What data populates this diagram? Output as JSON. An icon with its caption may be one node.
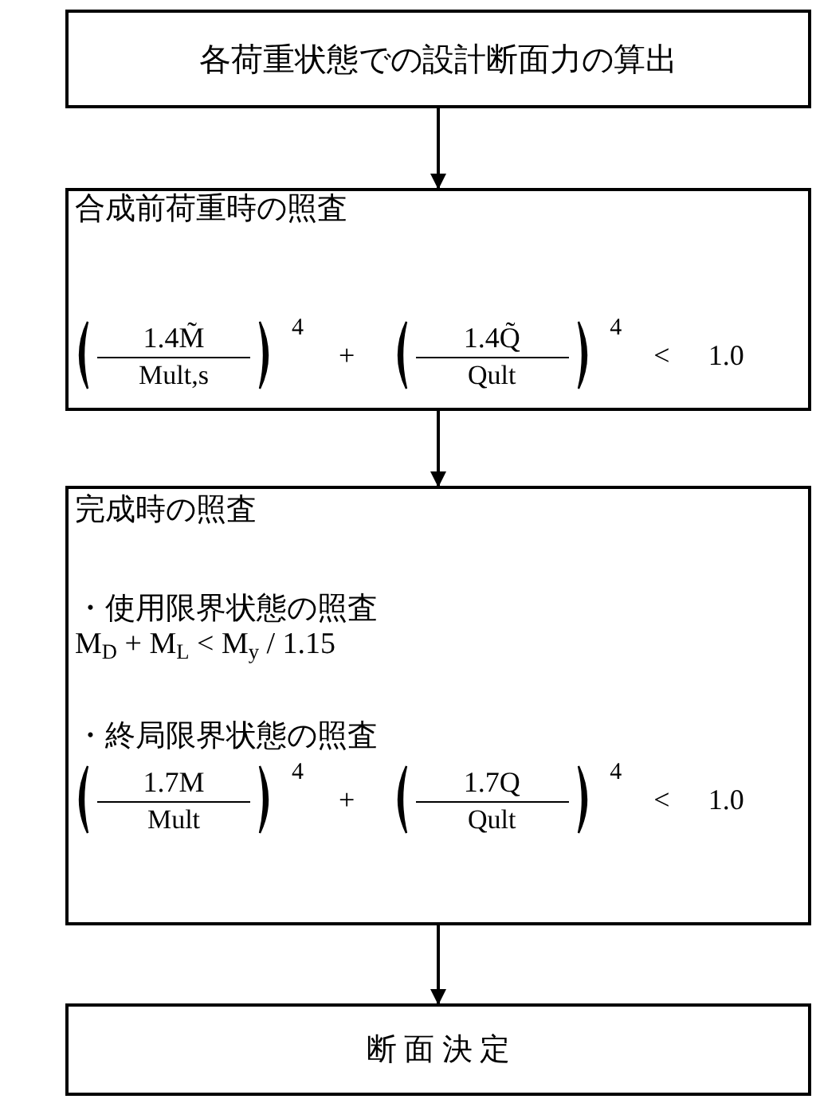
{
  "diagram": {
    "nodes": [
      {
        "text": [
          "各荷重状態での設計断面力の算出"
        ]
      },
      {
        "text": [
          "合成前荷重時の照査",
          "1.4M̃",
          "Mult,s",
          "4",
          "+",
          "1.4Q̃",
          "Qult",
          "4",
          "<",
          "1.0"
        ]
      },
      {
        "text": [
          "完成時の照査",
          "・使用限界状態の照査",
          "M$_{D}$ + M$_{L}$ < M$_{y}$ / 1.15",
          "・終局限界状態の照査",
          "1.7M",
          "Mult",
          "4",
          "+",
          "1.7Q",
          "Qult",
          "4",
          "<",
          "1.0"
        ]
      },
      {
        "text": [
          "断 面 決 定"
        ]
      }
    ],
    "edges": [
      {
        "from": 0,
        "to": 1,
        "arrow": "to"
      },
      {
        "from": 1,
        "to": 2,
        "arrow": "to"
      },
      {
        "from": 2,
        "to": 3,
        "arrow": "to"
      }
    ]
  }
}
